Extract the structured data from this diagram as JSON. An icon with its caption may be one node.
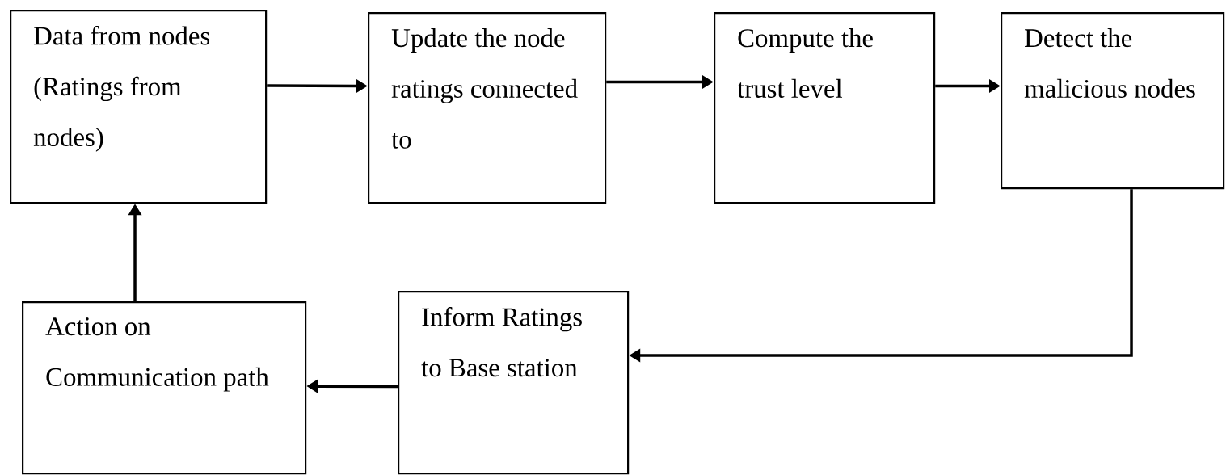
{
  "diagram": {
    "nodes": [
      {
        "text": [
          "Data from nodes (Ratings from nodes)"
        ]
      },
      {
        "text": [
          "Update the node ratings connected to"
        ]
      },
      {
        "text": [
          "Compute the trust level"
        ]
      },
      {
        "text": [
          "Detect the malicious nodes"
        ]
      },
      {
        "text": [
          "Action on Communication path"
        ]
      },
      {
        "text": [
          "Inform Ratings to Base station"
        ]
      }
    ],
    "edges": [
      {
        "from": 0,
        "to": 1,
        "arrow": "to"
      },
      {
        "from": 1,
        "to": 2,
        "arrow": "to"
      },
      {
        "from": 2,
        "to": 3,
        "arrow": "to"
      },
      {
        "from": 3,
        "to": 5,
        "arrow": "to"
      },
      {
        "from": 5,
        "to": 4,
        "arrow": "to"
      },
      {
        "from": 4,
        "to": 0,
        "arrow": "to"
      }
    ]
  }
}
